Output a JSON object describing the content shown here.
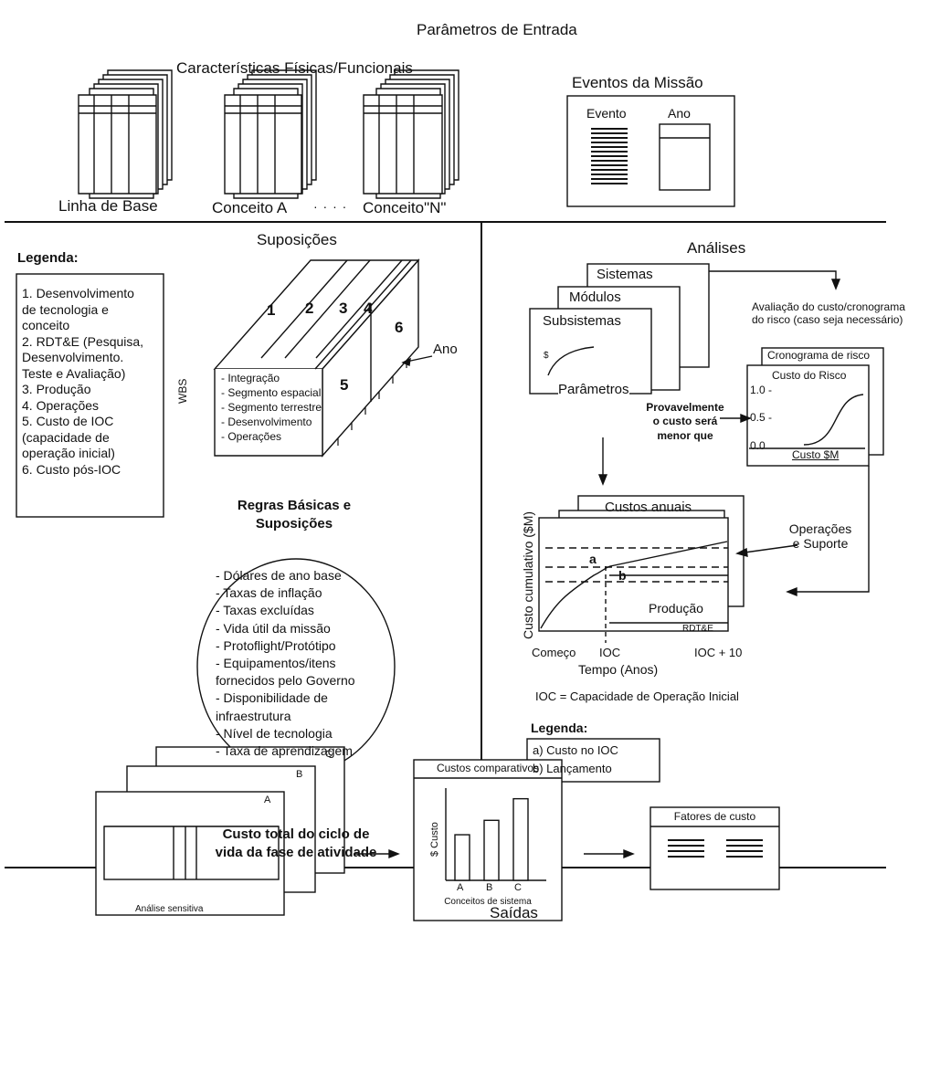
{
  "header": {
    "title": "Parâmetros de Entrada",
    "physical_title": "Características Físicas/Funcionais",
    "baseline": "Linha de Base",
    "concept_a": "Conceito A",
    "dots": "· · · ·",
    "concept_n": "Conceito\"N\"",
    "mission_events_title": "Eventos da Missão",
    "event_col": "Evento",
    "year_col": "Ano"
  },
  "assumptions": {
    "title": "Suposições",
    "legend_title": "Legenda:",
    "legend_items": [
      "1. Desenvolvimento",
      "de tecnologia e",
      "conceito",
      "2. RDT&E (Pesquisa,",
      "Desenvolvimento.",
      "Teste e Avaliação)",
      "3. Produção",
      "4. Operações",
      "5. Custo de IOC",
      "(capacidade de",
      "operação inicial)",
      "6. Custo pós-IOC"
    ],
    "cube_labels": [
      "1",
      "2",
      "3",
      "4",
      "5",
      "6"
    ],
    "ano": "Ano",
    "wbs": "WBS",
    "wbs_items": [
      "- Integração",
      "- Segmento espacial",
      "- Segmento terrestre",
      "- Desenvolvimento",
      "- Operações"
    ],
    "rules_title_1": "Regras Básicas e",
    "rules_title_2": "Suposições",
    "rules": [
      "- Dólares de ano base",
      "- Taxas de inflação",
      "- Taxas excluídas",
      "- Vida útil da missão",
      "- Protoflight/Protótipo",
      "- Equipamentos/itens",
      "fornecidos pelo Governo",
      "- Disponibilidade de",
      "infraestrutura",
      "- Nível de tecnologia",
      "- Taxa de aprendizagem"
    ],
    "total_1": "Custo total do ciclo de",
    "total_2": "vida da fase de atividade"
  },
  "analyses": {
    "title": "Análises",
    "sistemas": "Sistemas",
    "modulos": "Módulos",
    "subsistemas": "Subsistemas",
    "dollar": "$",
    "parametros": "Parâmetros",
    "risk_eval_1": "Avaliação do custo/cronograma",
    "risk_eval_2": "do risco (caso seja necessário)",
    "risk_schedule": "Cronograma de risco",
    "risk_cost": "Custo do Risco",
    "tick_10": "1.0 -",
    "tick_05": "0.5 -",
    "tick_00": "0.0",
    "risk_xlabel": "Custo $M",
    "probably_1": "Provavelmente",
    "probably_2": "o custo será",
    "probably_3": "menor que",
    "annual_costs": "Custos anuais",
    "ylabel": "Custo cumulativo ($M)",
    "label_a": "a",
    "label_b": "b",
    "ops_1": "Operações",
    "ops_2": "e Suporte",
    "producao": "Produção",
    "rdte": "RDT&E",
    "comeco": "Começo",
    "ioc": "IOC",
    "ioc10": "IOC + 10",
    "xlabel": "Tempo (Anos)",
    "ioc_def": "IOC = Capacidade de Operação Inicial",
    "legend_title": "Legenda:",
    "legend_items": [
      "a) Custo no IOC",
      "b) Lançamento"
    ]
  },
  "outputs": {
    "title": "Saídas",
    "sheet_labels": [
      "A",
      "B",
      "C"
    ],
    "sensitivity": "Análise sensitiva",
    "comparative_title": "Custos comparativos",
    "ylabel": "$ Custo",
    "concepts": [
      "A",
      "B",
      "C"
    ],
    "concept_values": [
      38,
      50,
      68
    ],
    "xlabel": "Conceitos de sistema",
    "cost_factors": "Fatores de custo"
  }
}
